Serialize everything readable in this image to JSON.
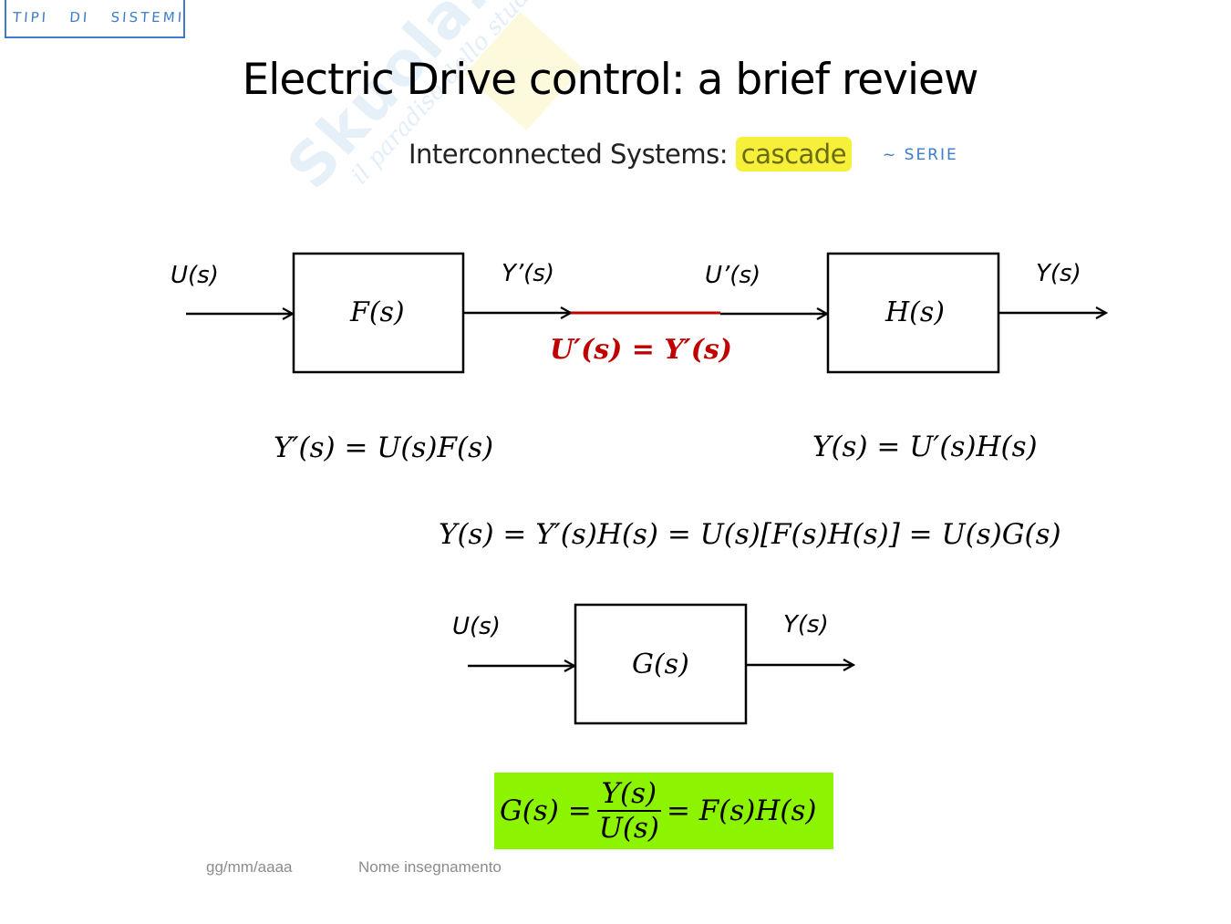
{
  "annotations": {
    "corner_tag": "TIPI   DI   SISTEMI",
    "serie_note": "~ SERIE"
  },
  "watermark": {
    "brand": "Skuola.net",
    "slogan": "il paradiso dello studente"
  },
  "slide": {
    "title": "Electric Drive control: a brief review",
    "subtitle_prefix": "Interconnected Systems: ",
    "subtitle_highlight": "cascade"
  },
  "colors": {
    "highlight_yellow": "#f6f03a",
    "annotation_blue": "#3c7cc9",
    "equality_red": "#c00000",
    "result_green": "#8cf400"
  },
  "cascade_diagram": {
    "input_label": "U(s)",
    "block1": "F(s)",
    "intermediate_out_label": "Y’(s)",
    "intermediate_in_label": "U’(s)",
    "block2": "H(s)",
    "output_label": "Y(s)",
    "connection_equation": "U′(s) = Y′(s)"
  },
  "equations": {
    "block1_relation": "Y′(s) = U(s)F(s)",
    "block2_relation": "Y(s) = U′(s)H(s)",
    "chain": "Y(s) = Y′(s)H(s) = U(s)[F(s)H(s)] = U(s)G(s)"
  },
  "equivalent_diagram": {
    "input_label": "U(s)",
    "block": "G(s)",
    "output_label": "Y(s)"
  },
  "result": {
    "lhs": "G(s) =",
    "numerator": "Y(s)",
    "denominator": "U(s)",
    "rhs": "= F(s)H(s)"
  },
  "footer": {
    "date": "gg/mm/aaaa",
    "course": "Nome insegnamento"
  }
}
